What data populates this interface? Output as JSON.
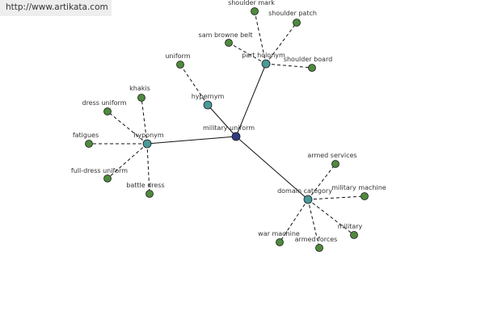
{
  "watermark": {
    "url": "http://www.artikata.com"
  },
  "colors": {
    "center": "#2e3b82",
    "category": "#4a9a9a",
    "leaf": "#4e8a3e",
    "stroke": "#1a1a1a",
    "edge": "#111111"
  },
  "nodes": [
    {
      "id": "military-uniform",
      "label": "military uniform",
      "kind": "center"
    },
    {
      "id": "hypernym",
      "label": "hypernym",
      "kind": "category"
    },
    {
      "id": "part-holonym",
      "label": "part holonym",
      "kind": "category"
    },
    {
      "id": "hyponym",
      "label": "hyponym",
      "kind": "category"
    },
    {
      "id": "domain-category",
      "label": "domain category",
      "kind": "category"
    },
    {
      "id": "uniform",
      "label": "uniform",
      "kind": "leaf"
    },
    {
      "id": "sam-browne-belt",
      "label": "sam browne belt",
      "kind": "leaf"
    },
    {
      "id": "shoulder-mark",
      "label": "shoulder mark",
      "kind": "leaf"
    },
    {
      "id": "shoulder-patch",
      "label": "shoulder patch",
      "kind": "leaf"
    },
    {
      "id": "shoulder-board",
      "label": "shoulder board",
      "kind": "leaf"
    },
    {
      "id": "khakis",
      "label": "khakis",
      "kind": "leaf"
    },
    {
      "id": "dress-uniform",
      "label": "dress uniform",
      "kind": "leaf"
    },
    {
      "id": "fatigues",
      "label": "fatigues",
      "kind": "leaf"
    },
    {
      "id": "full-dress-uniform",
      "label": "full-dress uniform",
      "kind": "leaf"
    },
    {
      "id": "battle-dress",
      "label": "battle dress",
      "kind": "leaf"
    },
    {
      "id": "armed-services",
      "label": "armed services",
      "kind": "leaf"
    },
    {
      "id": "military-machine",
      "label": "military machine",
      "kind": "leaf"
    },
    {
      "id": "military",
      "label": "military",
      "kind": "leaf"
    },
    {
      "id": "armed-forces",
      "label": "armed forces",
      "kind": "leaf"
    },
    {
      "id": "war-machine",
      "label": "war machine",
      "kind": "leaf"
    }
  ],
  "edges": [
    {
      "from": "military-uniform",
      "to": "hypernym",
      "style": "solid"
    },
    {
      "from": "military-uniform",
      "to": "part-holonym",
      "style": "solid"
    },
    {
      "from": "military-uniform",
      "to": "hyponym",
      "style": "solid"
    },
    {
      "from": "military-uniform",
      "to": "domain-category",
      "style": "solid"
    },
    {
      "from": "hypernym",
      "to": "uniform",
      "style": "dashed"
    },
    {
      "from": "part-holonym",
      "to": "sam-browne-belt",
      "style": "dashed"
    },
    {
      "from": "part-holonym",
      "to": "shoulder-mark",
      "style": "dashed"
    },
    {
      "from": "part-holonym",
      "to": "shoulder-patch",
      "style": "dashed"
    },
    {
      "from": "part-holonym",
      "to": "shoulder-board",
      "style": "dashed"
    },
    {
      "from": "hyponym",
      "to": "khakis",
      "style": "dashed"
    },
    {
      "from": "hyponym",
      "to": "dress-uniform",
      "style": "dashed"
    },
    {
      "from": "hyponym",
      "to": "fatigues",
      "style": "dashed"
    },
    {
      "from": "hyponym",
      "to": "full-dress-uniform",
      "style": "dashed"
    },
    {
      "from": "hyponym",
      "to": "battle-dress",
      "style": "dashed"
    },
    {
      "from": "domain-category",
      "to": "armed-services",
      "style": "dashed"
    },
    {
      "from": "domain-category",
      "to": "military-machine",
      "style": "dashed"
    },
    {
      "from": "domain-category",
      "to": "military",
      "style": "dashed"
    },
    {
      "from": "domain-category",
      "to": "armed-forces",
      "style": "dashed"
    },
    {
      "from": "domain-category",
      "to": "war-machine",
      "style": "dashed"
    }
  ]
}
